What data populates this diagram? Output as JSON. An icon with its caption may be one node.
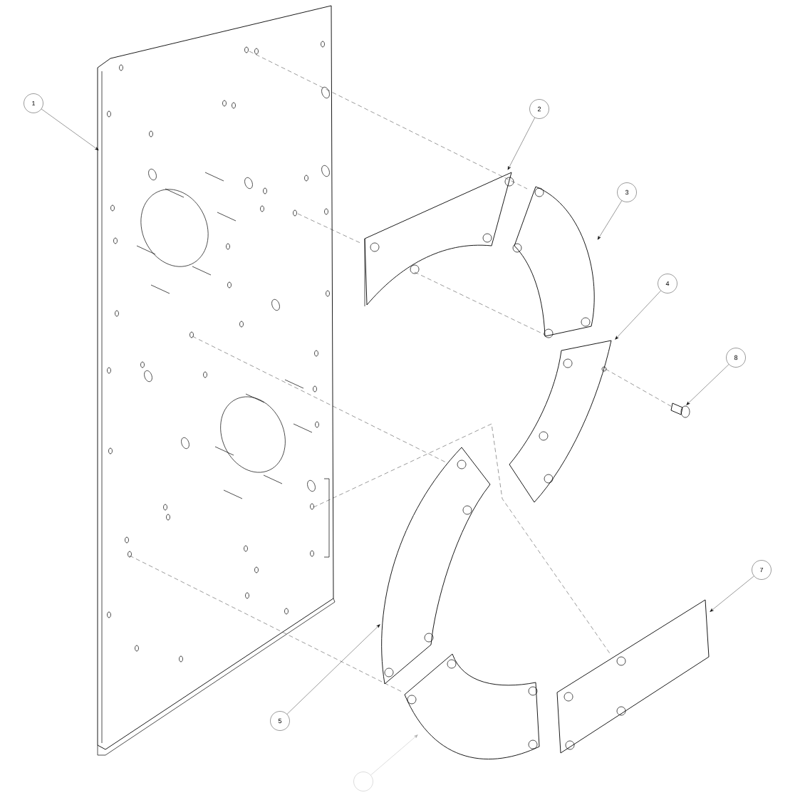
{
  "diagram": {
    "nodes": [
      {
        "text": [
          "1"
        ]
      },
      {
        "text": [],
        "shape": "picture"
      },
      {
        "text": [
          "2"
        ]
      },
      {
        "text": [],
        "shape": "picture"
      },
      {
        "text": [
          "3"
        ]
      },
      {
        "text": [],
        "shape": "picture"
      },
      {
        "text": [
          "4"
        ]
      },
      {
        "text": [],
        "shape": "picture"
      },
      {
        "text": [
          "8"
        ]
      },
      {
        "text": [],
        "shape": "picture"
      },
      {
        "text": [],
        "shape": "picture"
      },
      {
        "text": [
          "7"
        ]
      },
      {
        "text": [],
        "shape": "picture"
      },
      {
        "text": [
          "5"
        ]
      },
      {
        "text": [],
        "shape": "picture"
      },
      {
        "text": [],
        "shape": "circle"
      }
    ],
    "edges": [
      {
        "from": 0,
        "to": 1,
        "arrow": "to"
      },
      {
        "from": 2,
        "to": 3,
        "arrow": "to"
      },
      {
        "from": 4,
        "to": 5,
        "arrow": "to"
      },
      {
        "from": 6,
        "to": 7,
        "arrow": "to"
      },
      {
        "from": 8,
        "to": 9,
        "arrow": "to"
      },
      {
        "from": 11,
        "to": 12,
        "arrow": "to"
      },
      {
        "from": 13,
        "to": 10,
        "arrow": "to"
      },
      {
        "from": 15,
        "to": 14,
        "arrow": "to",
        "color": "#a8a8a8"
      },
      {
        "from": 1,
        "to": 5,
        "arrow": "none",
        "style": "dashed"
      },
      {
        "from": 1,
        "to": 3,
        "arrow": "none",
        "style": "dashed"
      },
      {
        "from": 3,
        "to": 5,
        "arrow": "none",
        "style": "dashed"
      },
      {
        "from": 7,
        "to": 9,
        "arrow": "none",
        "style": "dashed"
      },
      {
        "from": 1,
        "to": 10,
        "arrow": "none",
        "style": "dashed"
      },
      {
        "from": 1,
        "to": 12,
        "arrow": "none",
        "style": "dashed"
      },
      {
        "from": 1,
        "to": 14,
        "arrow": "none",
        "style": "dashed"
      }
    ]
  }
}
